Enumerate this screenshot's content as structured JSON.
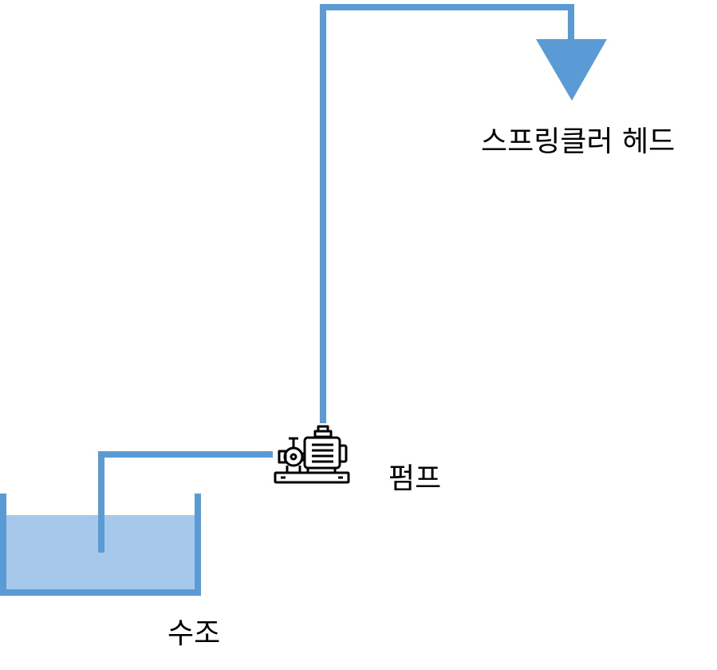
{
  "labels": {
    "sprinkler_head": "스프링클러 헤드",
    "pump": "펌프",
    "water_tank": "수조"
  },
  "icons": {
    "pump": "pump-icon",
    "sprinkler": "sprinkler-head-icon"
  },
  "colors": {
    "pipe": "#5B9BD5",
    "water": "#A6C8EB",
    "icon": "#000000",
    "text": "#000000"
  }
}
